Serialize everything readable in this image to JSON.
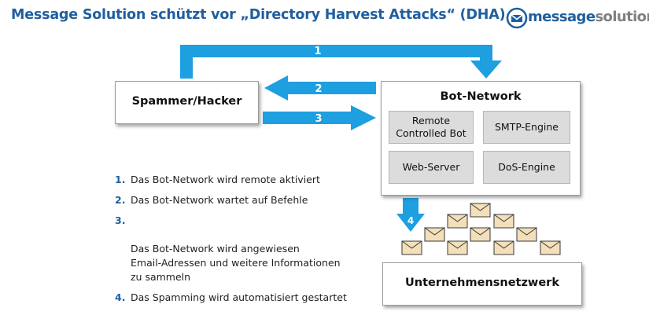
{
  "title": "Message Solution schützt vor „Directory Harvest Attacks“ (DHA)",
  "logo": {
    "brand_part1": "message",
    "brand_part2": "solution"
  },
  "colors": {
    "accent": "#1f5f9f",
    "arrow": "#1e9fe0",
    "envelope": "#f3dfb9",
    "box_gray": "#dcdcdc"
  },
  "nodes": {
    "spammer": "Spammer/Hacker",
    "bot_network": "Bot-Network",
    "remote_bot": "Remote\nControlled Bot",
    "smtp": "SMTP-Engine",
    "web": "Web-Server",
    "dos": "DoS-Engine",
    "company": "Unternehmensnetzwerk"
  },
  "arrows": {
    "a1": "1",
    "a2": "2",
    "a3": "3",
    "a4": "4"
  },
  "steps": [
    {
      "num": "1.",
      "text": "Das Bot-Network wird remote aktiviert"
    },
    {
      "num": "2.",
      "text": "Das Bot-Network wartet auf Befehle"
    },
    {
      "num": "3.",
      "text": "Das Bot-Network wird angewiesen\nEmail-Adressen und weitere Informationen\nzu sammeln"
    },
    {
      "num": "4.",
      "text": "Das Spamming wird automatisiert gestartet"
    }
  ]
}
